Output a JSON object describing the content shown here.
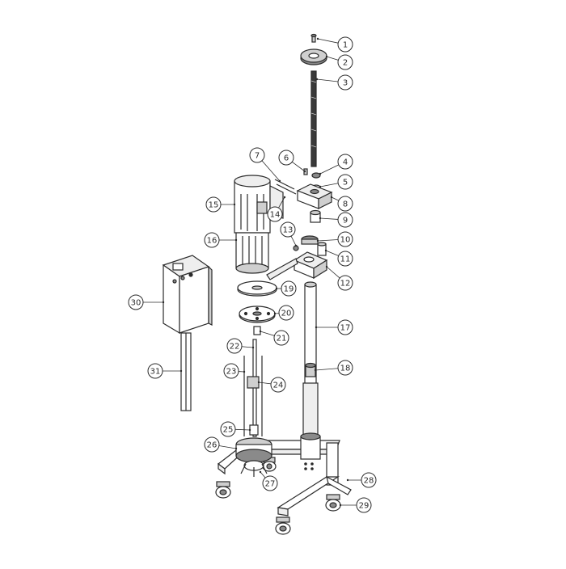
{
  "diagram": {
    "callouts": [
      {
        "id": "c1",
        "label": "1"
      },
      {
        "id": "c2",
        "label": "2"
      },
      {
        "id": "c3",
        "label": "3"
      },
      {
        "id": "c4",
        "label": "4"
      },
      {
        "id": "c5",
        "label": "5"
      },
      {
        "id": "c6",
        "label": "6"
      },
      {
        "id": "c7",
        "label": "7"
      },
      {
        "id": "c8",
        "label": "8"
      },
      {
        "id": "c9",
        "label": "9"
      },
      {
        "id": "c10",
        "label": "10"
      },
      {
        "id": "c11",
        "label": "11"
      },
      {
        "id": "c12",
        "label": "12"
      },
      {
        "id": "c13",
        "label": "13"
      },
      {
        "id": "c14",
        "label": "14"
      },
      {
        "id": "c15",
        "label": "15"
      },
      {
        "id": "c16",
        "label": "16"
      },
      {
        "id": "c17",
        "label": "17"
      },
      {
        "id": "c18",
        "label": "18"
      },
      {
        "id": "c19",
        "label": "19"
      },
      {
        "id": "c20",
        "label": "20"
      },
      {
        "id": "c21",
        "label": "21"
      },
      {
        "id": "c22",
        "label": "22"
      },
      {
        "id": "c23",
        "label": "23"
      },
      {
        "id": "c24",
        "label": "24"
      },
      {
        "id": "c25",
        "label": "25"
      },
      {
        "id": "c26",
        "label": "26"
      },
      {
        "id": "c27",
        "label": "27"
      },
      {
        "id": "c28",
        "label": "28"
      },
      {
        "id": "c29",
        "label": "29"
      },
      {
        "id": "c30",
        "label": "30"
      },
      {
        "id": "c31",
        "label": "31"
      }
    ]
  },
  "colors": {
    "line": "#2b2b2b",
    "fill_light": "#eeeeee",
    "fill_mid": "#cfcfcf",
    "fill_dark": "#8a8a8a",
    "background": "#ffffff"
  }
}
